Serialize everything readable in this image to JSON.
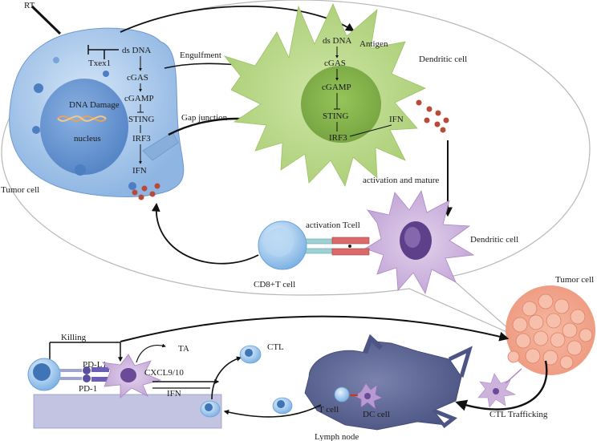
{
  "labels": {
    "rt": "RT",
    "trex1": "Txex1",
    "tumor_ds_dna": "ds DNA",
    "tumor_cgas": "cGAS",
    "tumor_cgamp": "cGAMP",
    "tumor_sting": "STING",
    "tumor_irf3": "IRF3",
    "tumor_ifn": "IFN",
    "dna_damage": "DNA Damage",
    "nucleus": "nucleus",
    "tumor_cell": "Tumor  cell",
    "engulfment": "Engulfment",
    "gap_junction": "Gap junction",
    "dc_ds_dna": "ds DNA",
    "antigen": "Antigen",
    "dc_cgas": "cGAS",
    "dc_cgamp": "cGAMP",
    "dc_sting": "STING",
    "dc_irf3": "IRF3",
    "dc_ifn": "IFN",
    "dendritic_cell_top": "Dendritic cell",
    "activation_and_mature": "activation and mature",
    "activation_tcell": "activation  Tcell",
    "dendritic_cell_mid": "Dendritic cell",
    "cd8_t_cell": "CD8+T cell",
    "tumor_cell_right": "Tumor cell",
    "killing": "Killing",
    "ta": "TA",
    "pd_l1": "PD-L1",
    "pd_1": "PD-1",
    "cxcl": "CXCL9/10",
    "bottom_ifn": "IFN",
    "ctl_top": "CTL",
    "t_cell": "T cell",
    "dc_cell": "DC cell",
    "lymph_node": "Lymph node",
    "ctl_trafficking": "CTL Trafficking"
  },
  "colors": {
    "tumor_body": "#a9c8ec",
    "tumor_nucleus": "#5d8fd0",
    "dendritic_green": "#b9d88a",
    "dendritic_core": "#7fae45",
    "dendritic_purple": "#cdb2dc",
    "dc_purple_core": "#5e3f8a",
    "tcell_blue": "#8fc0ea",
    "lymph_node": "#5f6795",
    "tumor_mass": "#f2a58c",
    "ifn_dots": "#b94a3a",
    "arrow": "#111111"
  }
}
